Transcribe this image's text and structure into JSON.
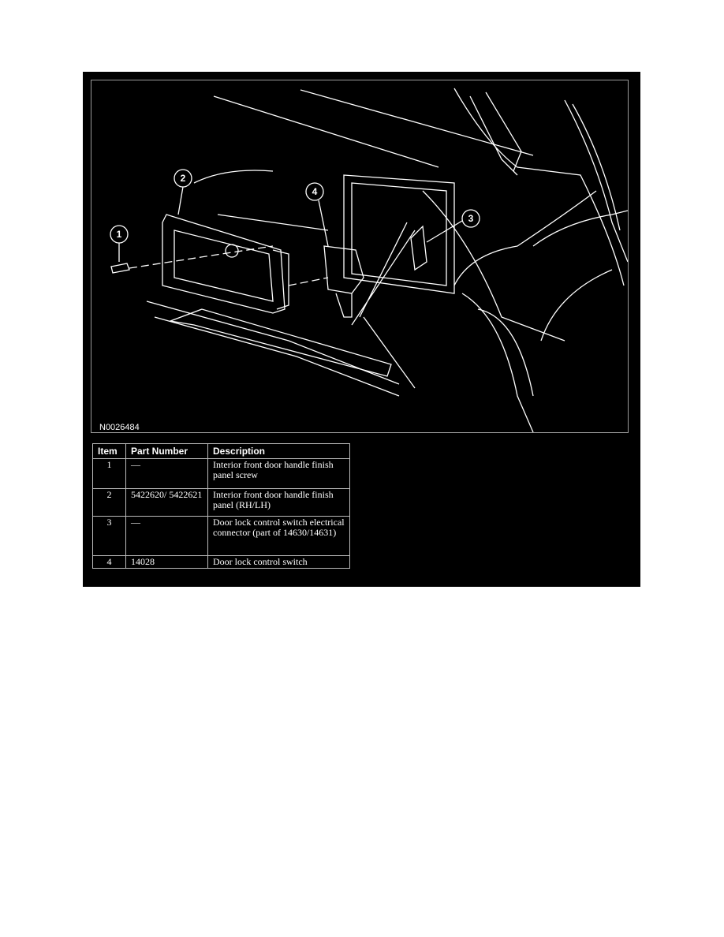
{
  "figure": {
    "figure_id": "N0026484",
    "callouts": [
      "1",
      "2",
      "3",
      "4"
    ]
  },
  "table": {
    "headers": [
      "Item",
      "Part Number",
      "Description"
    ],
    "rows": [
      {
        "item": "1",
        "part": "—",
        "desc": "Interior front door handle finish panel screw"
      },
      {
        "item": "2",
        "part": "5422620/ 5422621",
        "desc": "Interior front door handle finish panel (RH/LH)"
      },
      {
        "item": "3",
        "part": "—",
        "desc": "Door lock control switch electrical connector (part of 14630/14631)"
      },
      {
        "item": "4",
        "part": "14028",
        "desc": "Door lock control switch"
      }
    ]
  }
}
